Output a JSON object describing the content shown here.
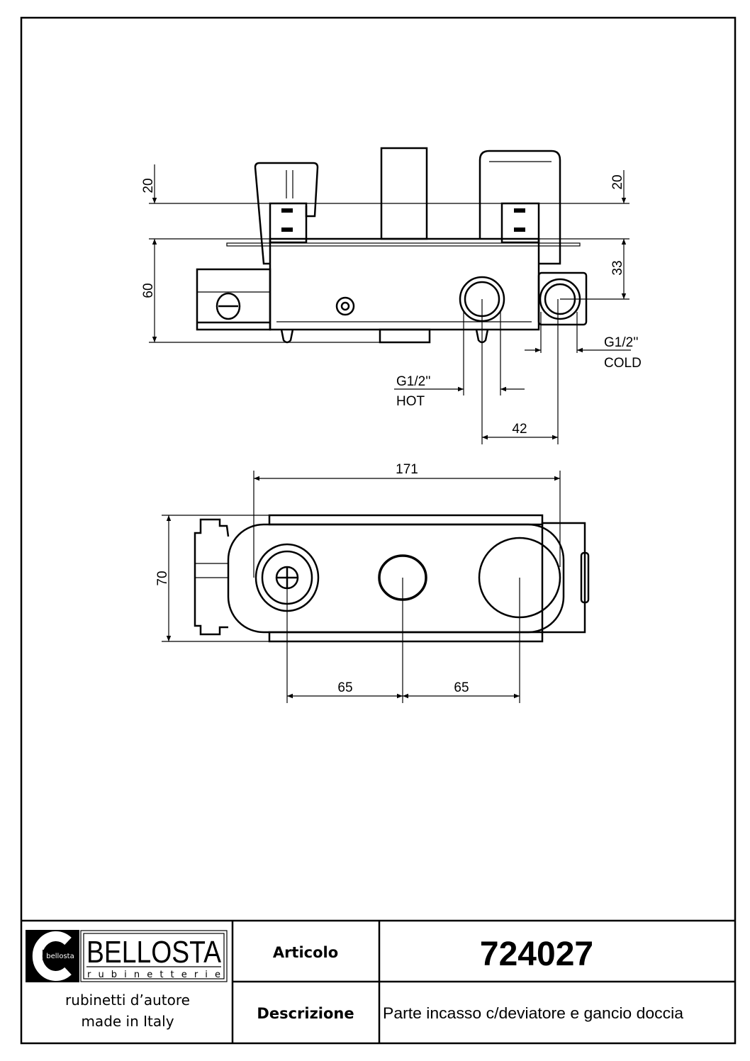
{
  "drawing": {
    "front_view": {
      "dim_top_left": "20",
      "dim_left_height": "60",
      "dim_top_right": "20",
      "dim_right_outlet": "33",
      "cold_thread": "G1/2''",
      "cold_label": "COLD",
      "hot_thread": "G1/2''",
      "hot_label": "HOT",
      "dim_inlet_spacing": "42"
    },
    "top_view": {
      "dim_overall_width": "171",
      "dim_depth": "70",
      "dim_spacing_left": "65",
      "dim_spacing_right": "65"
    }
  },
  "title_block": {
    "logo": {
      "brand": "BELLOSTA",
      "sub": "rubinetterie",
      "badge_text": "bellosta"
    },
    "slogan_line1": "rubinetti d’autore",
    "slogan_line2": "made in Italy",
    "article_label": "Articolo",
    "article_value": "724027",
    "description_label": "Descrizione",
    "description_value": "Parte incasso c/deviatore e gancio doccia"
  }
}
